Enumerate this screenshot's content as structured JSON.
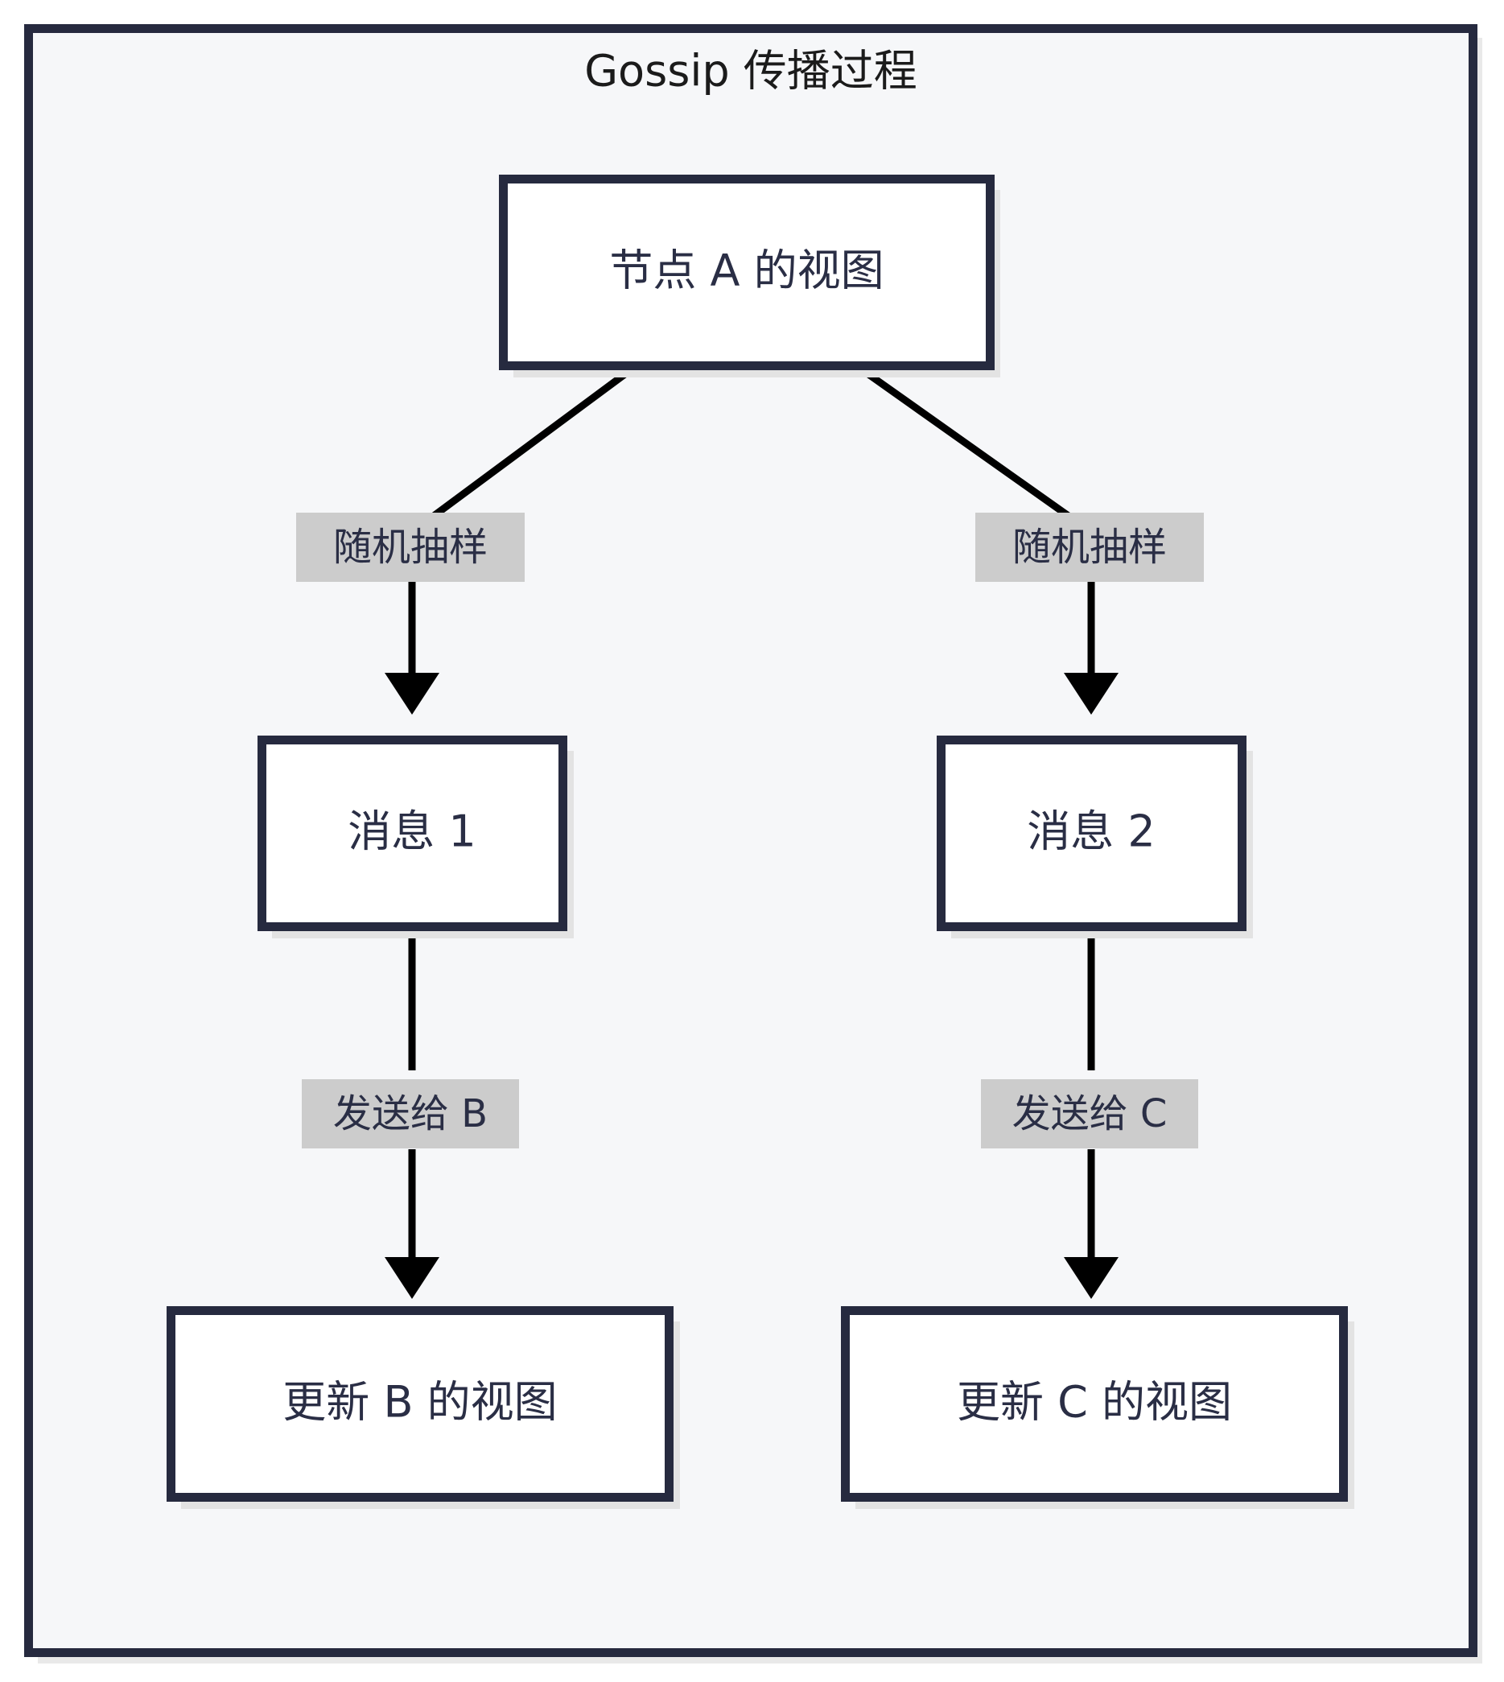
{
  "diagram": {
    "title": "Gossip 传播过程",
    "type": "flowchart",
    "direction": "top-down",
    "colors": {
      "frame_border": "#262a3f",
      "frame_fill": "#f6f7f9",
      "node_border": "#262a3f",
      "node_fill": "#ffffff",
      "node_shadow": "#e3e3e3",
      "edge": "#000000",
      "edge_label_bg": "#cccccc",
      "text": "#2a2e45",
      "page_bg": "#ffffff"
    },
    "nodes": [
      {
        "id": "a",
        "label": "节点 A 的视图"
      },
      {
        "id": "m1",
        "label": "消息 1"
      },
      {
        "id": "m2",
        "label": "消息 2"
      },
      {
        "id": "b",
        "label": "更新 B 的视图"
      },
      {
        "id": "c",
        "label": "更新 C 的视图"
      }
    ],
    "edges": [
      {
        "id": "a-m1",
        "from": "a",
        "to": "m1",
        "label": "随机抽样"
      },
      {
        "id": "a-m2",
        "from": "a",
        "to": "m2",
        "label": "随机抽样"
      },
      {
        "id": "m1-b",
        "from": "m1",
        "to": "b",
        "label": "发送给 B"
      },
      {
        "id": "m2-c",
        "from": "m2",
        "to": "c",
        "label": "发送给 C"
      }
    ]
  }
}
